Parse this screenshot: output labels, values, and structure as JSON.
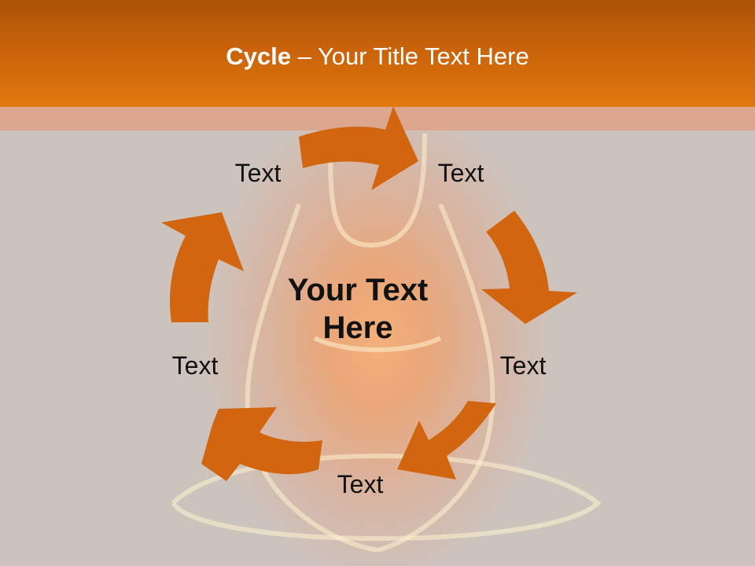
{
  "title": {
    "bold": "Cycle",
    "rest": " – Your Title Text Here"
  },
  "center_text": {
    "line1": "Your Text",
    "line2": "Here"
  },
  "labels": [
    "Text",
    "Text",
    "Text",
    "Text",
    "Text"
  ],
  "colors": {
    "accent": "#d2650f",
    "title_bar": "#c9620a",
    "background": "#cbc4bf"
  }
}
